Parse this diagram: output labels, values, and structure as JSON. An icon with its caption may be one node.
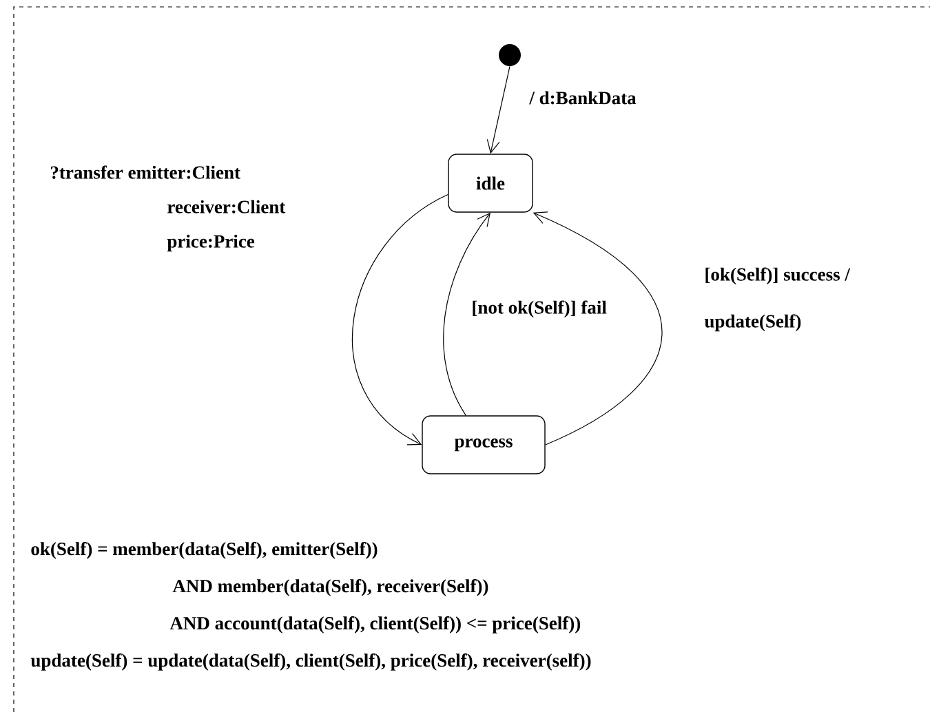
{
  "diagram": {
    "nodes": [
      {
        "text": [],
        "shape": "circle"
      },
      {
        "text": [
          "idle"
        ]
      },
      {
        "text": [
          "process"
        ]
      }
    ],
    "edges": [
      {
        "from": 0,
        "to": 1,
        "arrow": "to",
        "label": "/ d:BankData"
      },
      {
        "from": 1,
        "to": 2,
        "arrow": "to",
        "label": "?transfer emitter:Client receiver:Client price:Price"
      },
      {
        "from": 2,
        "to": 1,
        "arrow": "to",
        "label": "[not ok(Self)] fail"
      },
      {
        "from": 2,
        "to": 1,
        "arrow": "to",
        "label": "[ok(Self)] success / update(Self)"
      }
    ],
    "labels": [
      "ok(Self) = member(data(Self), emitter(Self))",
      "AND member(data(Self), receiver(Self))",
      "AND account(data(Self), client(Self)) <= price(Self))",
      "update(Self) = update(data(Self), client(Self), price(Self), receiver(self))"
    ]
  }
}
